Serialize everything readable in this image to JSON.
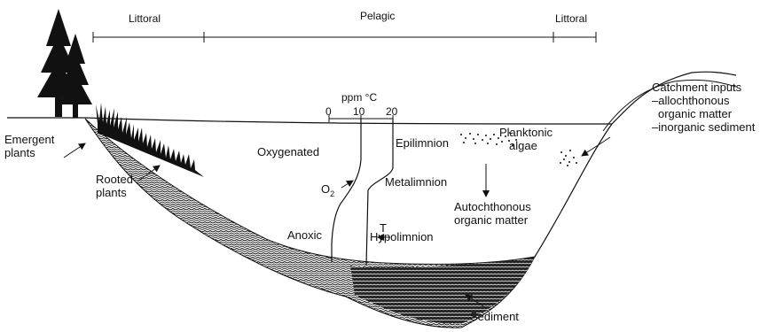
{
  "zones": {
    "littoral_left": "Littoral",
    "pelagic": "Pelagic",
    "littoral_right": "Littoral"
  },
  "scale": {
    "title": "ppm °C",
    "ticks": [
      "0",
      "10",
      "20"
    ]
  },
  "labels": {
    "emergent_plants_1": "Emergent",
    "emergent_plants_2": "plants",
    "rooted_plants_1": "Rooted",
    "rooted_plants_2": "plants",
    "oxygenated": "Oxygenated",
    "o2": "O",
    "o2_sub": "2",
    "anoxic": "Anoxic",
    "epilimnion": "Epilimnion",
    "metalimnion": "Metalimnion",
    "t": "T",
    "hypolimnion": "Hypolimnion",
    "planktonic_1": "Planktonic",
    "planktonic_2": "algae",
    "autochthonous_1": "Autochthonous",
    "autochthonous_2": "organic matter",
    "catchment_1": "Catchment inputs",
    "catchment_2": "–allochthonous",
    "catchment_3": "organic matter",
    "catchment_4": "–inorganic sediment",
    "sediment": "Sediment"
  }
}
